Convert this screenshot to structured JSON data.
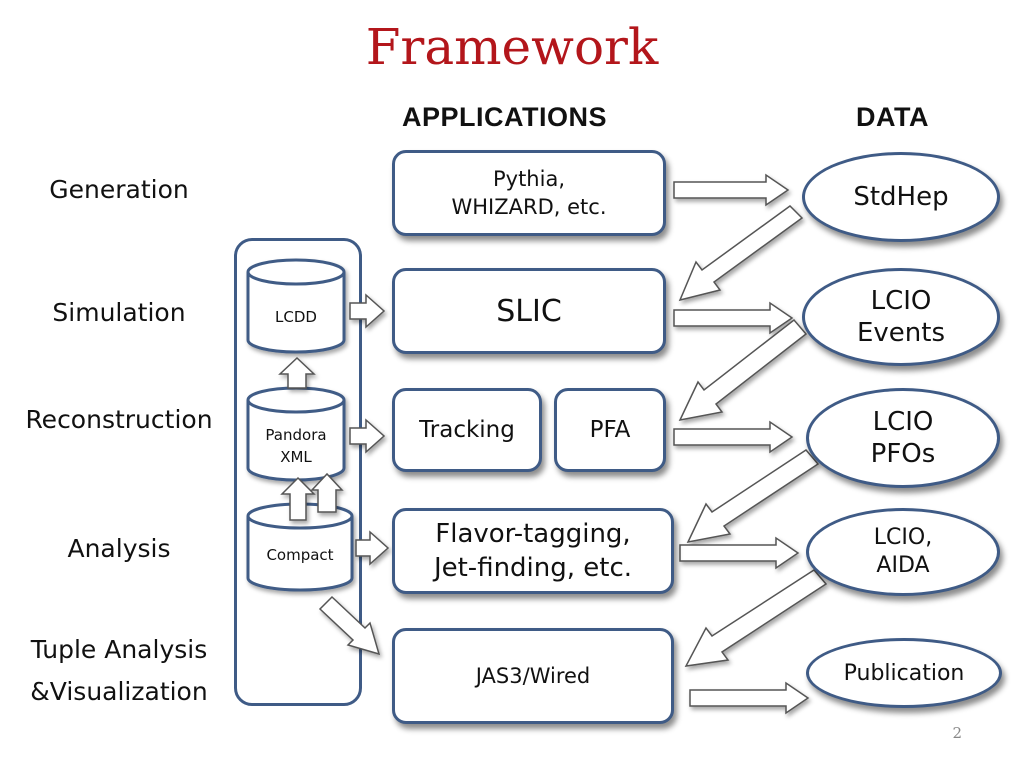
{
  "title": "Framework",
  "headers": {
    "applications": "APPLICATIONS",
    "data": "DATA"
  },
  "stages": [
    {
      "lines": [
        "Generation"
      ]
    },
    {
      "lines": [
        "Simulation"
      ]
    },
    {
      "lines": [
        "Reconstruction"
      ]
    },
    {
      "lines": [
        "Analysis"
      ]
    },
    {
      "lines": [
        "Tuple Analysis",
        "&Visualization"
      ]
    }
  ],
  "applications": {
    "generation": [
      "Pythia,",
      "WHIZARD,  etc."
    ],
    "simulation": "SLIC",
    "tracking": "Tracking",
    "pfa": "PFA",
    "analysis": [
      "Flavor-tagging,",
      "Jet-finding, etc."
    ],
    "visualization": "JAS3/Wired"
  },
  "data": {
    "stdhep": [
      "StdHep"
    ],
    "lcio_events": [
      "LCIO",
      "Events"
    ],
    "lcio_pfos": [
      "LCIO",
      "PFOs"
    ],
    "lcio_aida": [
      "LCIO,",
      "AIDA"
    ],
    "publication": [
      "Publication"
    ]
  },
  "detector_inputs": {
    "lcdd": "LCDD",
    "pandora": [
      "Pandora",
      "XML"
    ],
    "compact": "Compact"
  },
  "page_number": "2"
}
